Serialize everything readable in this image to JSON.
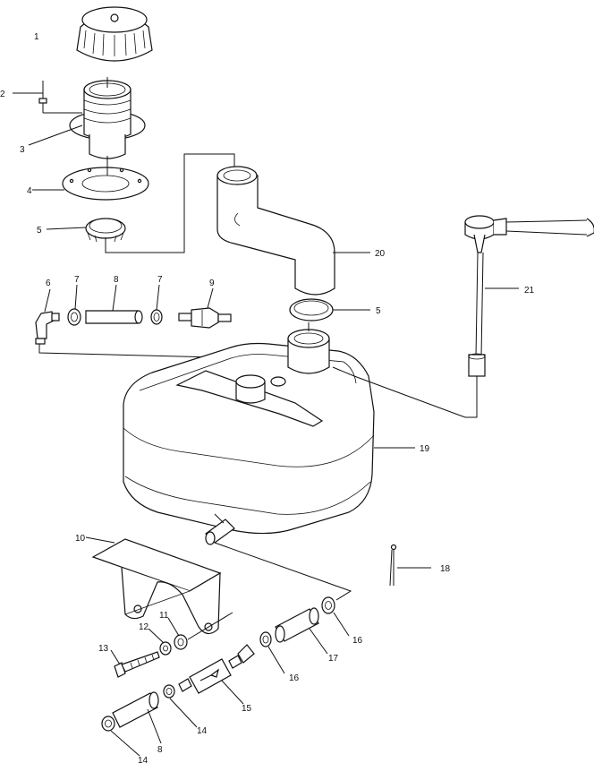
{
  "callouts": [
    {
      "id": "c1",
      "text": "1"
    },
    {
      "id": "c2",
      "text": "2"
    },
    {
      "id": "c3",
      "text": "3"
    },
    {
      "id": "c4",
      "text": "4"
    },
    {
      "id": "c5a",
      "text": "5"
    },
    {
      "id": "c5b",
      "text": "5"
    },
    {
      "id": "c6",
      "text": "6"
    },
    {
      "id": "c7a",
      "text": "7"
    },
    {
      "id": "c7b",
      "text": "7"
    },
    {
      "id": "c8a",
      "text": "8"
    },
    {
      "id": "c8b",
      "text": "8"
    },
    {
      "id": "c9",
      "text": "9"
    },
    {
      "id": "c10",
      "text": "10"
    },
    {
      "id": "c11",
      "text": "11"
    },
    {
      "id": "c12",
      "text": "12"
    },
    {
      "id": "c13",
      "text": "13"
    },
    {
      "id": "c14a",
      "text": "14"
    },
    {
      "id": "c14b",
      "text": "14"
    },
    {
      "id": "c15",
      "text": "15"
    },
    {
      "id": "c16a",
      "text": "16"
    },
    {
      "id": "c16b",
      "text": "16"
    },
    {
      "id": "c17",
      "text": "17"
    },
    {
      "id": "c18",
      "text": "18"
    },
    {
      "id": "c19",
      "text": "19"
    },
    {
      "id": "c20",
      "text": "20"
    },
    {
      "id": "c21",
      "text": "21"
    }
  ]
}
